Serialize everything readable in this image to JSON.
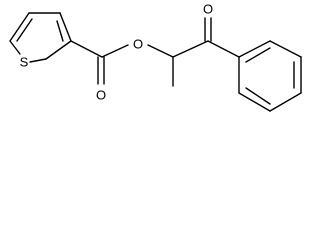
{
  "structure": {
    "atoms": {
      "sulfur": "S",
      "ester_oxygen": "O",
      "carbonyl_oxygen_ester": "O",
      "carbonyl_oxygen_ketone": "O"
    },
    "colors": {
      "background": "#ffffff",
      "bond": "#000000",
      "label": "#000000"
    }
  }
}
